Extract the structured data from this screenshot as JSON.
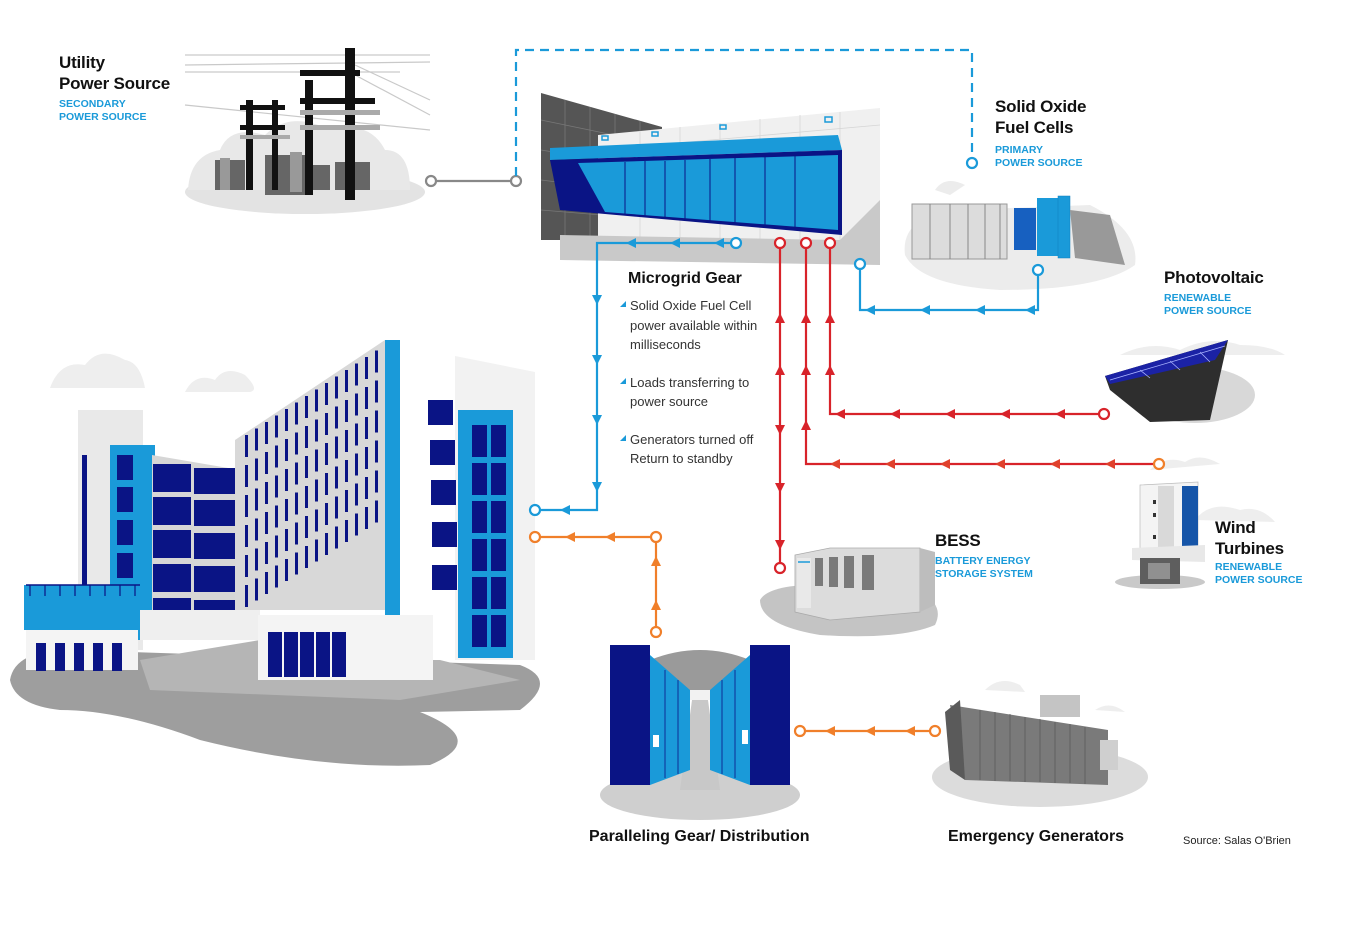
{
  "colors": {
    "blue_line": "#1a9ad9",
    "red_line": "#d8232a",
    "orange_line": "#f07f2a",
    "gray_line": "#888888",
    "navy": "#0a1485",
    "bright_blue": "#169ee0",
    "light_gray": "#e6e6e6",
    "mid_gray": "#a8a8a8"
  },
  "labels": {
    "utility": {
      "title": [
        "Utility",
        "Power Source"
      ],
      "sub": [
        "SECONDARY",
        "POWER SOURCE"
      ]
    },
    "sofc": {
      "title": [
        "Solid Oxide",
        "Fuel Cells"
      ],
      "sub": [
        "PRIMARY",
        "POWER SOURCE"
      ]
    },
    "photovoltaic": {
      "title": [
        "Photovoltaic"
      ],
      "sub": [
        "RENEWABLE",
        "POWER SOURCE"
      ]
    },
    "bess": {
      "title": [
        "BESS"
      ],
      "sub": [
        "BATTERY ENERGY",
        "STORAGE SYSTEM"
      ]
    },
    "wind": {
      "title": [
        "Wind",
        "Turbines"
      ],
      "sub": [
        "RENEWABLE",
        "POWER SOURCE"
      ]
    }
  },
  "microgrid": {
    "title": "Microgrid Gear",
    "steps": [
      [
        "Solid Oxide Fuel Cell",
        "power available within",
        "milliseconds"
      ],
      [
        "Loads transferring to",
        "power source"
      ],
      [
        "Generators turned off",
        "Return to standby"
      ]
    ]
  },
  "bottom_labels": {
    "paralleling": "Paralleling Gear/ Distribution",
    "generators": "Emergency Generators"
  },
  "source": "Source: Salas O'Brien"
}
